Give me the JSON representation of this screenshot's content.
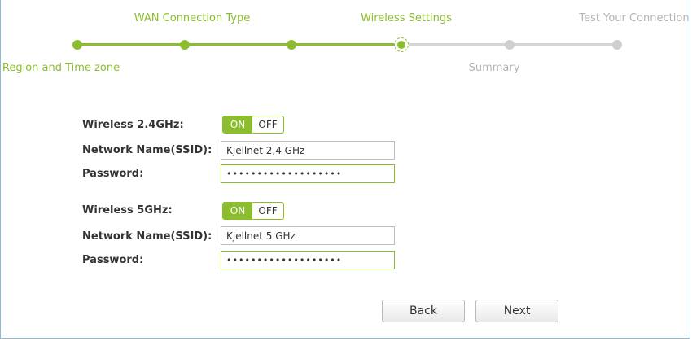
{
  "wizard": {
    "steps": [
      {
        "label": "Region and Time zone",
        "state": "done"
      },
      {
        "label": "WAN Connection Type",
        "state": "done"
      },
      {
        "label": "",
        "state": "done"
      },
      {
        "label": "Wireless Settings",
        "state": "current"
      },
      {
        "label": "Summary",
        "state": "todo"
      },
      {
        "label": "Test Your Connection",
        "state": "todo"
      }
    ],
    "colors": {
      "active": "#8cbd2e",
      "inactive": "#cfcfcf"
    }
  },
  "wireless_24": {
    "label": "Wireless 2.4GHz:",
    "toggle_on": "ON",
    "toggle_off": "OFF",
    "ssid_label": "Network Name(SSID):",
    "ssid_value": "Kjellnet 2,4 GHz",
    "password_label": "Password:",
    "password_value": "•••••••••••••••••••"
  },
  "wireless_5": {
    "label": "Wireless 5GHz:",
    "toggle_on": "ON",
    "toggle_off": "OFF",
    "ssid_label": "Network Name(SSID):",
    "ssid_value": "Kjellnet 5 GHz",
    "password_label": "Password:",
    "password_value": "•••••••••••••••••••"
  },
  "buttons": {
    "back": "Back",
    "next": "Next"
  }
}
